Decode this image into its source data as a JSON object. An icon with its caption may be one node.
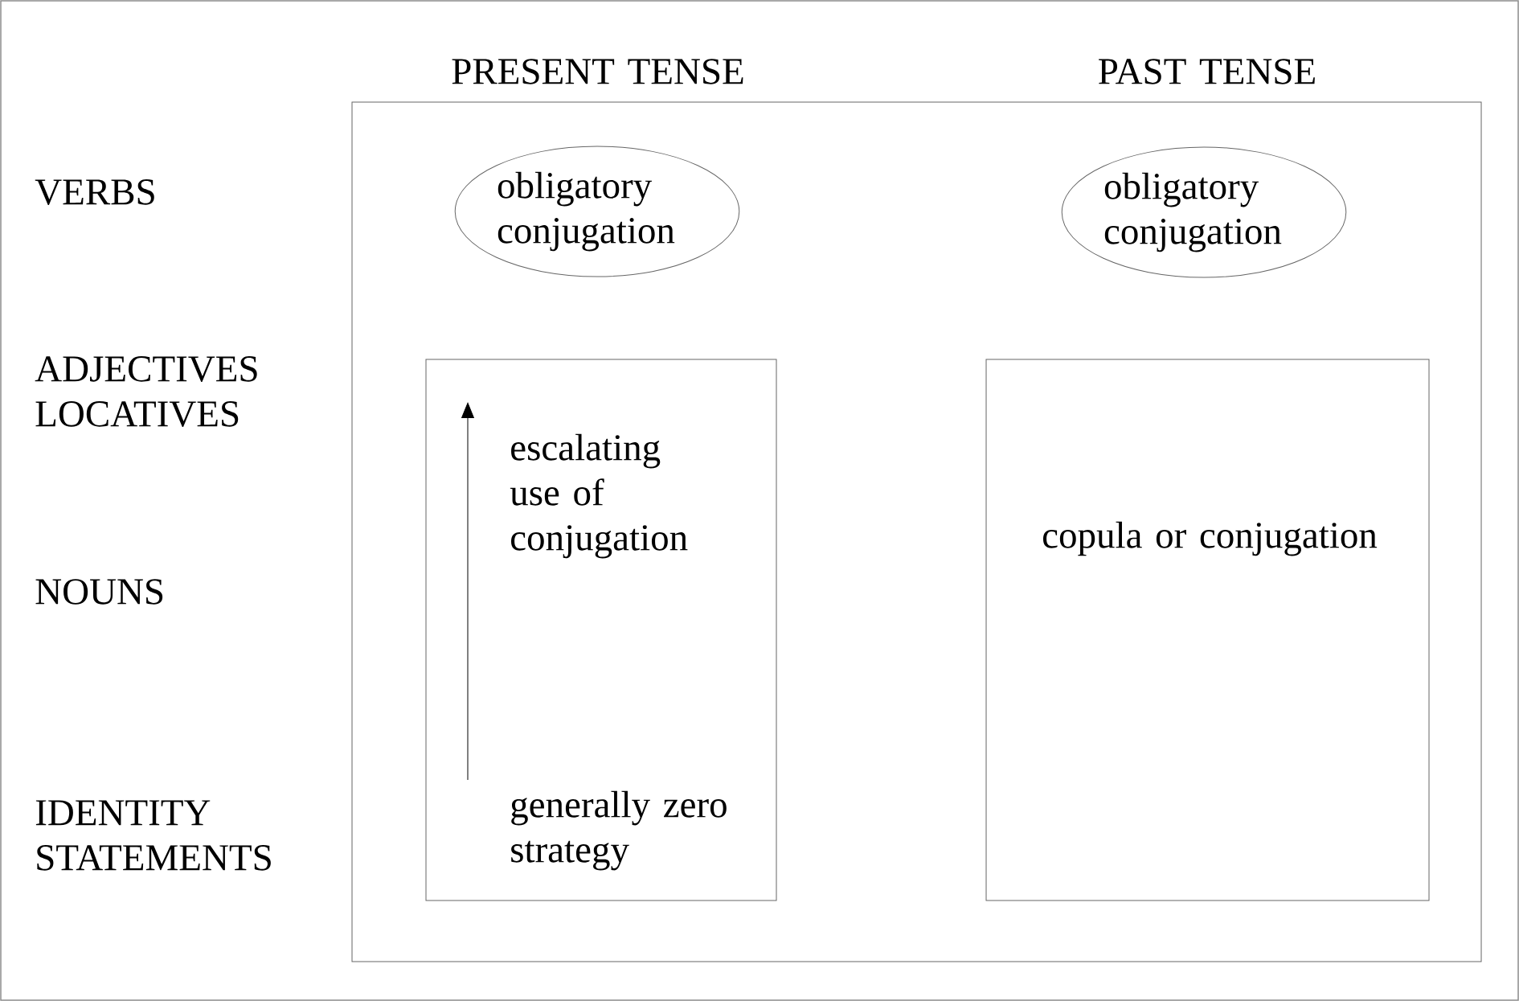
{
  "diagram": {
    "nodes": [
      {
        "text": [],
        "shape": "box"
      },
      {
        "text": [
          "obligatory conjugation"
        ],
        "in": 0
      },
      {
        "text": [
          "obligatory conjugation"
        ],
        "in": 0
      },
      {
        "text": [
          "escalating use of conjugation",
          "generally zero strategy"
        ],
        "in": 0
      },
      {
        "text": [
          "copula or conjugation"
        ],
        "in": 0
      }
    ],
    "labels": [
      "PRESENT TENSE",
      "PAST TENSE",
      "VERBS",
      "ADJECTIVES LOCATIVES",
      "NOUNS",
      "IDENTITY STATEMENTS"
    ]
  }
}
